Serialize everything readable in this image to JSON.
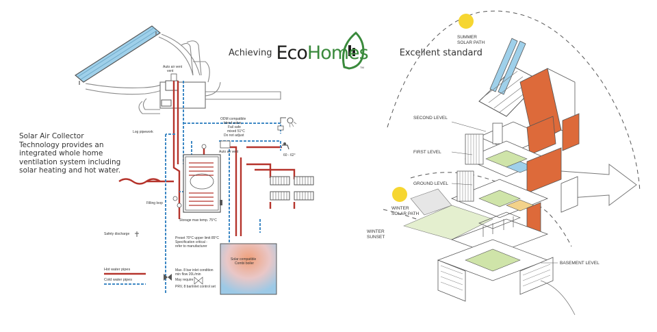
{
  "branding": {
    "prefix": "Achieving",
    "eco": "Eco",
    "homes": "Homes",
    "suffix": "Excellent standard",
    "tm": "TM"
  },
  "intro_text": "Solar Air Collector Technology provides an integrated whole home ventilation system including solar heating and hot water.",
  "plumbing": {
    "auto_air_vent_top": "Auto air vent",
    "log_pipework": "Log pipework",
    "odm_valve_1": "ODM compatible",
    "odm_valve_2": "blend valve,",
    "odm_valve_3": "Fail safe",
    "odm_valve_4": "mixed 51°C",
    "odm_valve_5": "Do not adjust",
    "auto_air_vent_tank": "Auto air vent",
    "tap_temp": "60 - 62°",
    "filling_loop": "Filling loop",
    "safety_discharge": "Safety discharge",
    "storage_temp": "Storage max temp. 75°C",
    "preset_1": "Preset 70°C upper limit 85°C",
    "preset_2": "Specification critical -",
    "preset_3": "refer to manufacturer",
    "boiler_1": "Solar compatible",
    "boiler_2": "Combi boiler",
    "inlet_1": "Max. 8 bar inlet condition",
    "inlet_2": "min flow 20L/min",
    "may_require": "May require",
    "prv": "PRV, 8 bar/inlet control set",
    "legend_hot": "Hot water pipes",
    "legend_cold": "Cold water pipes"
  },
  "house": {
    "summer_1": "SUMMER",
    "summer_2": "SOLAR PATH",
    "winter_1": "WINTER",
    "winter_2": "SOLAR PATH",
    "sunset_1": "WINTER",
    "sunset_2": "SUNSET",
    "second": "SECOND LEVEL",
    "first": "FIRST LEVEL",
    "ground": "GROUND LEVEL",
    "basement": "BASEMENT LEVEL"
  },
  "colors": {
    "hot_pipe": "#b5332b",
    "cold_pipe": "#3d88c4",
    "solar_panel": "#9fd0ea",
    "sun": "#f6d631",
    "floor_green": "#cfe4a9",
    "wall_orange": "#dd6a3a",
    "boiler_warm": "#f0a07a",
    "boiler_cool": "#9cc9e6",
    "brand_green": "#3a8a3c"
  }
}
